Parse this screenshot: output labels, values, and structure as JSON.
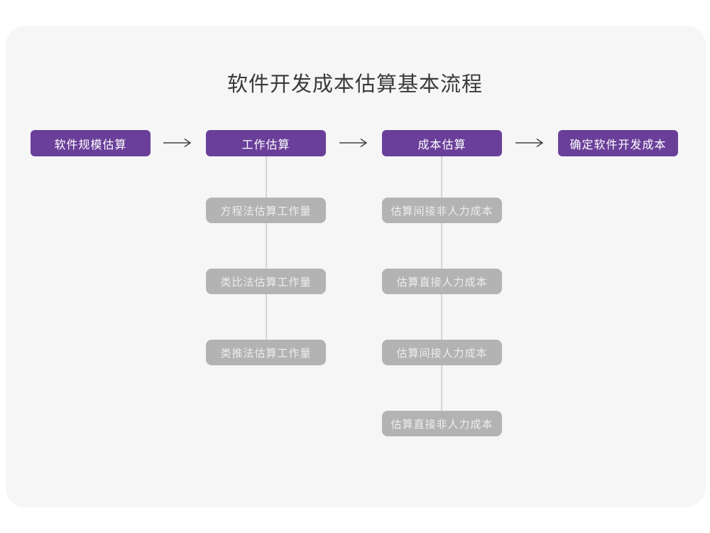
{
  "title": "软件开发成本估算基本流程",
  "colors": {
    "card_bg": "#f6f6f7",
    "page_bg": "#ffffff",
    "main_node_bg": "#6a3f99",
    "main_node_text": "#ffffff",
    "sub_node_bg": "#b3b3b3",
    "sub_node_text": "#ededed",
    "connector_line": "#d5d5d5",
    "arrow": "#444444",
    "title_text": "#3b3b3b"
  },
  "flow": {
    "main_steps": [
      {
        "label": "软件规模估算",
        "substeps": []
      },
      {
        "label": "工作估算",
        "substeps": [
          "方程法估算工作量",
          "类比法估算工作量",
          "类推法估算工作量"
        ]
      },
      {
        "label": "成本估算",
        "substeps": [
          "估算间接非人力成本",
          "估算直接人力成本",
          "估算间接人力成本",
          "估算直接非人力成本"
        ]
      },
      {
        "label": "确定软件开发成本",
        "substeps": []
      }
    ],
    "arrow_icon": "right-arrow"
  }
}
